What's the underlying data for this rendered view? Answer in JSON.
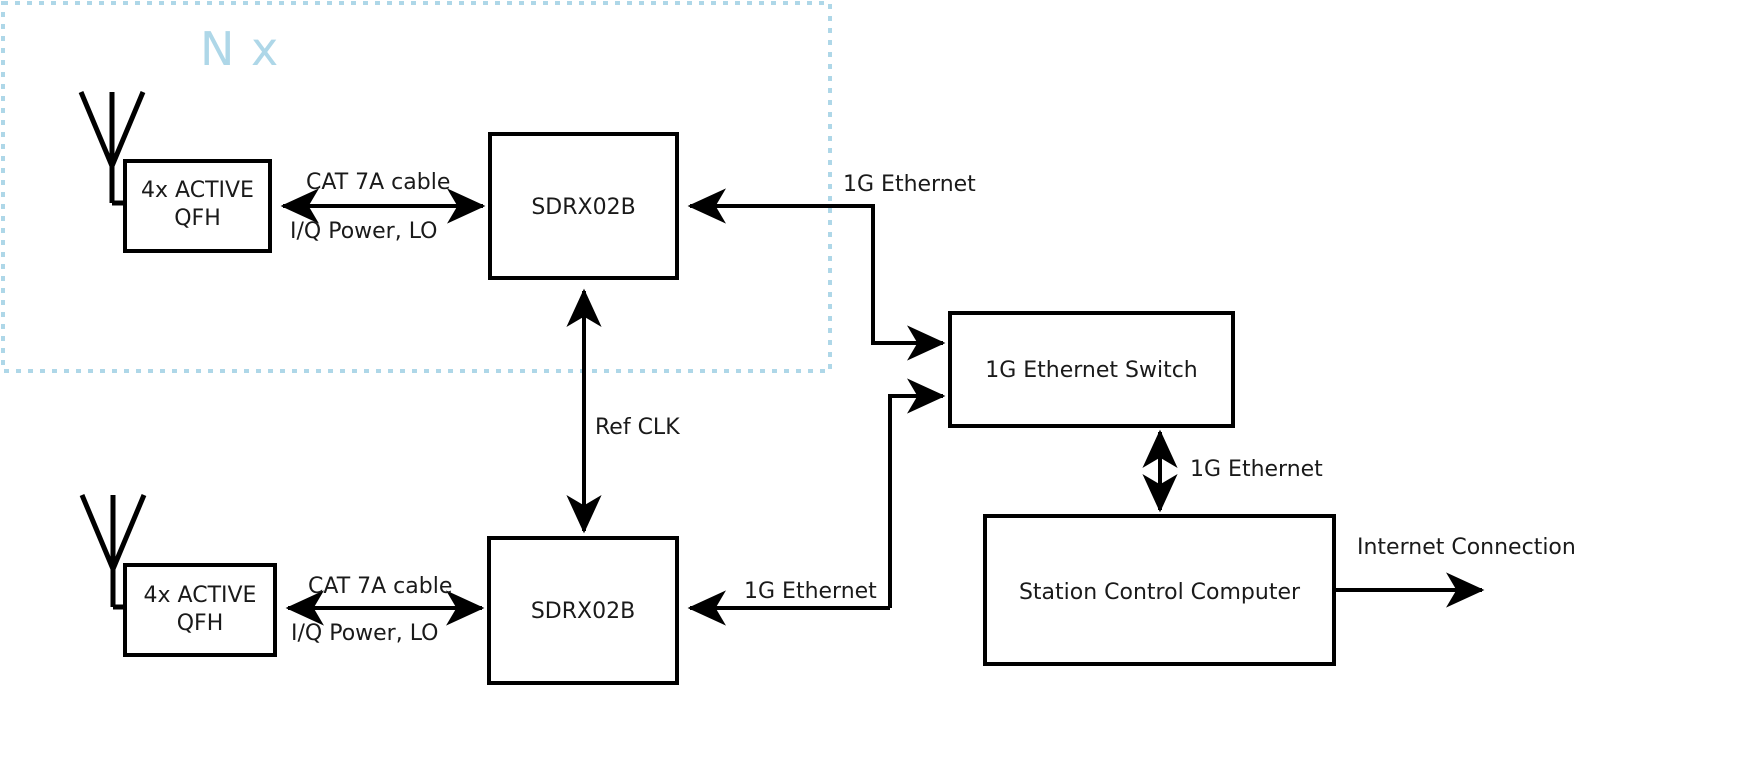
{
  "diagram": {
    "title_group": "N x",
    "accent_color": "#aed7e8",
    "line_color": "#000000",
    "blocks": {
      "qfh_top": {
        "line1": "4x ACTIVE",
        "line2": "QFH"
      },
      "qfh_bottom": {
        "line1": "4x ACTIVE",
        "line2": "QFH"
      },
      "sdr_top": {
        "line1": "SDRX02B"
      },
      "sdr_bottom": {
        "line1": "SDRX02B"
      },
      "switch": {
        "line1": "1G Ethernet Switch"
      },
      "computer": {
        "line1": "Station Control Computer"
      }
    },
    "edge_labels": {
      "cat7_top": "CAT 7A cable",
      "iq_top": "I/Q Power, LO",
      "cat7_bottom": "CAT 7A cable",
      "iq_bottom": "I/Q Power, LO",
      "eth_top": "1G Ethernet",
      "eth_bottom": "1G Ethernet",
      "eth_switch_pc": "1G Ethernet",
      "ref_clk": "Ref CLK",
      "internet": "Internet Connection"
    },
    "icons": {
      "antenna_top": "antenna-icon",
      "antenna_bottom": "antenna-icon"
    }
  }
}
